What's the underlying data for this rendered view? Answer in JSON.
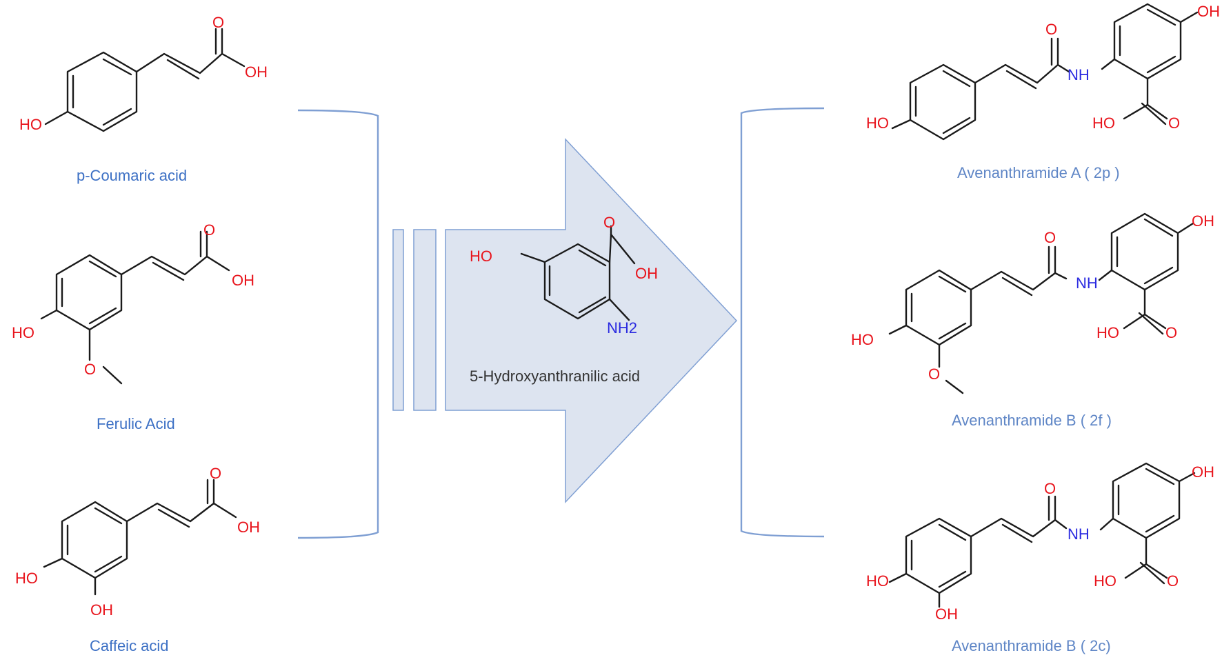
{
  "reactants": [
    {
      "name": "p-Coumaric acid"
    },
    {
      "name": "Ferulic Acid"
    },
    {
      "name": "Caffeic acid"
    }
  ],
  "reagent": {
    "name": "5-Hydroxyanthranilic acid"
  },
  "products": [
    {
      "name": "Avenanthramide A ( 2p )"
    },
    {
      "name": "Avenanthramide B ( 2f )"
    },
    {
      "name": "Avenanthramide B ( 2c)"
    }
  ],
  "atoms": {
    "o": "O",
    "oh": "OH",
    "ho": "HO",
    "nh": "NH",
    "nh2": "NH2"
  },
  "colors": {
    "bond": "#1a1a1a",
    "oxygen": "#e8141c",
    "nitrogen": "#2a2ae0",
    "label": "#3b6fc4",
    "bracket": "#7f9fd3",
    "arrow_fill": "#dde4f0"
  }
}
